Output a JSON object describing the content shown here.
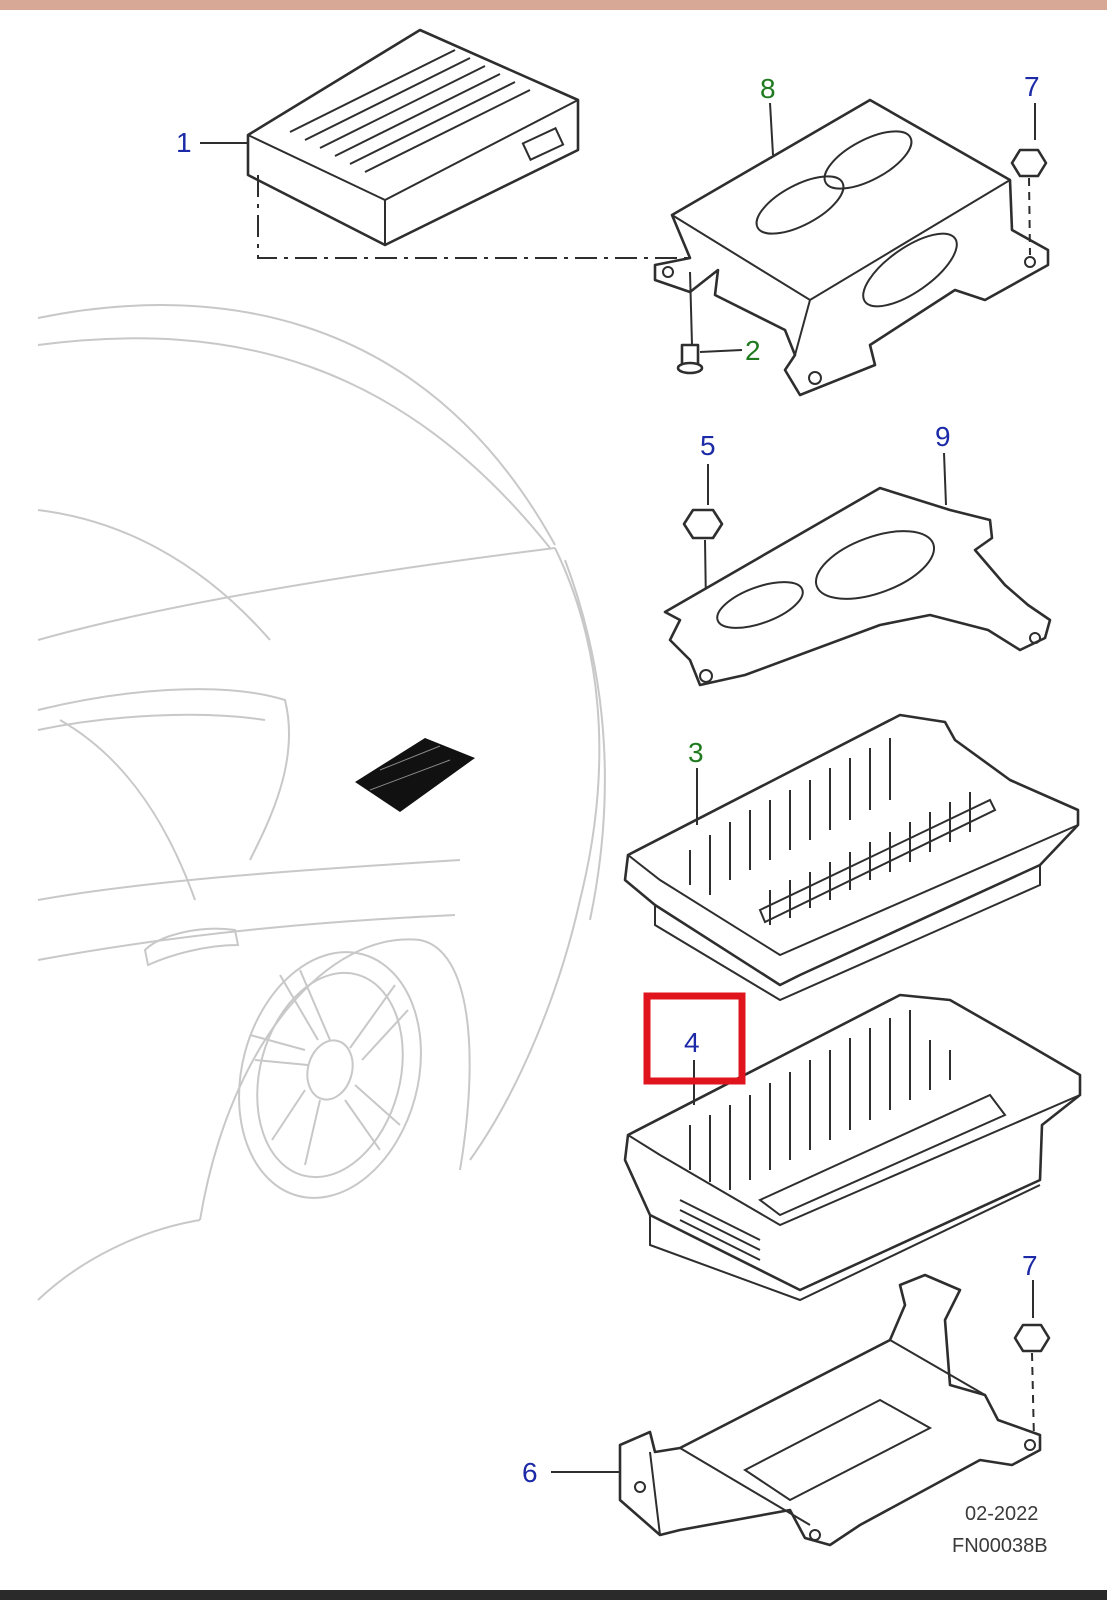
{
  "colors": {
    "callout_blue": "#1c2aa8",
    "callout_green": "#1f7a1f",
    "highlight": "#e0141c"
  },
  "callouts": [
    {
      "id": "1",
      "color": "#1c2aa8"
    },
    {
      "id": "8",
      "color": "#1f7a1f"
    },
    {
      "id": "7",
      "color": "#1c2aa8"
    },
    {
      "id": "2",
      "color": "#1f7a1f"
    },
    {
      "id": "5",
      "color": "#1c2aa8"
    },
    {
      "id": "9",
      "color": "#1c2aa8"
    },
    {
      "id": "3",
      "color": "#1f7a1f"
    },
    {
      "id": "4",
      "color": "#1c2aa8"
    },
    {
      "id": "7",
      "color": "#1c2aa8"
    },
    {
      "id": "6",
      "color": "#1c2aa8"
    }
  ],
  "highlighted_callout": "4",
  "footer": {
    "date": "02-2022",
    "code": "FN00038B"
  }
}
